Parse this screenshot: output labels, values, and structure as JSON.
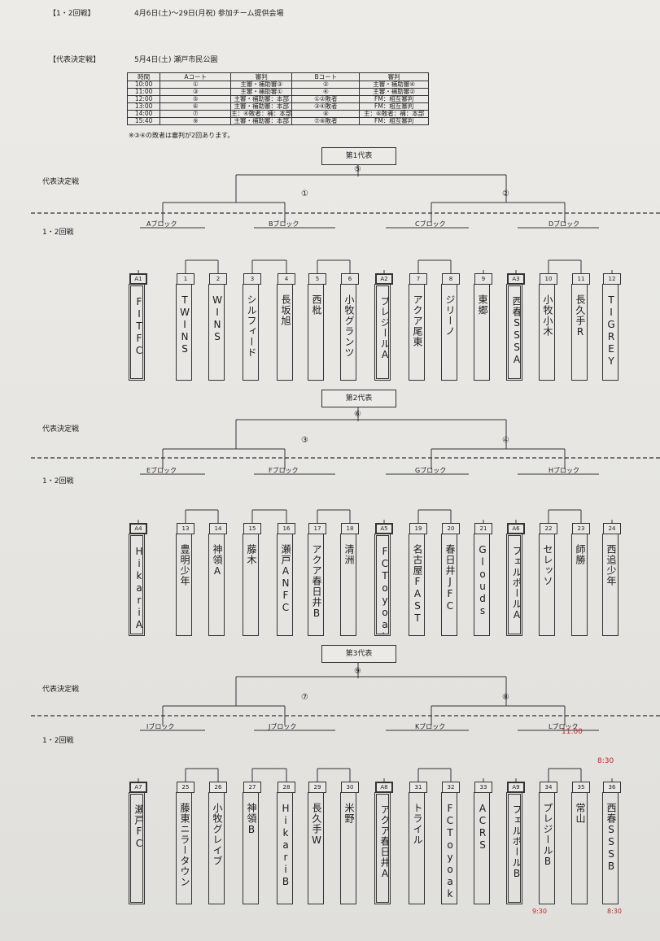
{
  "header": {
    "round_tag": "【1・2回戦】",
    "dates": "4月6日(土)～29日(月祝) 参加チーム提供会場"
  },
  "rep_section": {
    "tag": "【代表決定戦】",
    "venue": "5月4日(土) 瀬戸市民公園"
  },
  "schedule": {
    "headers": [
      "時間",
      "Aコート",
      "審判",
      "Bコート",
      "審判"
    ],
    "rows": [
      [
        "10:00",
        "①",
        "主審・補助審③",
        "②",
        "主審・補助審④"
      ],
      [
        "11:00",
        "③",
        "主審・補助審①",
        "④",
        "主審・補助審②"
      ],
      [
        "12:00",
        "⑤",
        "主審・補助審：本部",
        "①②敗者",
        "FM：相互審判"
      ],
      [
        "13:00",
        "⑥",
        "主審・補助審：本部",
        "③④敗者",
        "FM：相互審判"
      ],
      [
        "14:00",
        "⑦",
        "主：④敗者：補：本部",
        "⑧",
        "主：⑥敗者：補：本部"
      ],
      [
        "15:40",
        "⑨",
        "主審・補助審：本部",
        "⑦⑧敗者",
        "FM：相互審判"
      ]
    ],
    "note": "※③④の敗者は審判が2回あります。"
  },
  "labels": {
    "decision_round": "代表決定戦",
    "rounds_12": "1・2回戦"
  },
  "sections": [
    {
      "rep": "第1代表",
      "final": "⑤",
      "semis": [
        "①",
        "②"
      ],
      "blocks": [
        "Aブロック",
        "Bブロック",
        "Cブロック",
        "Dブロック"
      ],
      "teams": [
        {
          "label": "A1",
          "name": "FITFC",
          "seed": true
        },
        {
          "label": "1",
          "name": "TWINS",
          "seed": false
        },
        {
          "label": "2",
          "name": "WINS",
          "seed": false
        },
        {
          "label": "3",
          "name": "シルフィード",
          "seed": false
        },
        {
          "label": "4",
          "name": "長坂旭",
          "seed": false
        },
        {
          "label": "5",
          "name": "西枇",
          "seed": false
        },
        {
          "label": "6",
          "name": "小牧グランツ",
          "seed": false
        },
        {
          "label": "A2",
          "name": "プレジールA",
          "seed": true
        },
        {
          "label": "7",
          "name": "アクア尾東",
          "seed": false
        },
        {
          "label": "8",
          "name": "ジリーノ",
          "seed": false
        },
        {
          "label": "9",
          "name": "東郷",
          "seed": false
        },
        {
          "label": "A3",
          "name": "西春SSSA",
          "seed": true
        },
        {
          "label": "10",
          "name": "小牧小木",
          "seed": false
        },
        {
          "label": "11",
          "name": "長久手R",
          "seed": false
        },
        {
          "label": "12",
          "name": "TIGREY",
          "seed": false
        }
      ]
    },
    {
      "rep": "第2代表",
      "final": "⑥",
      "semis": [
        "③",
        "④"
      ],
      "blocks": [
        "Eブロック",
        "Fブロック",
        "Gブロック",
        "Hブロック"
      ],
      "teams": [
        {
          "label": "A4",
          "name": "HikariA",
          "seed": true
        },
        {
          "label": "13",
          "name": "豊明少年",
          "seed": false
        },
        {
          "label": "14",
          "name": "神領A",
          "seed": false
        },
        {
          "label": "15",
          "name": "藤木",
          "seed": false
        },
        {
          "label": "16",
          "name": "瀬戸ANFC",
          "seed": false
        },
        {
          "label": "17",
          "name": "アクア春日井B",
          "seed": false
        },
        {
          "label": "18",
          "name": "清洲",
          "seed": false
        },
        {
          "label": "A5",
          "name": "FCToyoakeA",
          "seed": true
        },
        {
          "label": "19",
          "name": "名古屋FAST",
          "seed": false
        },
        {
          "label": "20",
          "name": "春日井JFC",
          "seed": false
        },
        {
          "label": "21",
          "name": "Glouds",
          "seed": false
        },
        {
          "label": "A6",
          "name": "フェルボールA",
          "seed": true
        },
        {
          "label": "22",
          "name": "セレッソ",
          "seed": false
        },
        {
          "label": "23",
          "name": "師勝",
          "seed": false
        },
        {
          "label": "24",
          "name": "西追少年",
          "seed": false
        }
      ]
    },
    {
      "rep": "第3代表",
      "final": "⑨",
      "semis": [
        "⑦",
        "⑧"
      ],
      "blocks": [
        "Iブロック",
        "Jブロック",
        "Kブロック",
        "Lブロック"
      ],
      "teams": [
        {
          "label": "A7",
          "name": "瀬戸FC",
          "seed": true
        },
        {
          "label": "25",
          "name": "藤東ニラータウン",
          "seed": false
        },
        {
          "label": "26",
          "name": "小牧グレイブ",
          "seed": false
        },
        {
          "label": "27",
          "name": "神領B",
          "seed": false
        },
        {
          "label": "28",
          "name": "HikariB",
          "seed": false
        },
        {
          "label": "29",
          "name": "長久手W",
          "seed": false
        },
        {
          "label": "30",
          "name": "米野",
          "seed": false
        },
        {
          "label": "A8",
          "name": "アクア春日井A",
          "seed": true
        },
        {
          "label": "31",
          "name": "トライル",
          "seed": false
        },
        {
          "label": "32",
          "name": "FCToyoakeB",
          "seed": false
        },
        {
          "label": "33",
          "name": "ACRS",
          "seed": false
        },
        {
          "label": "A9",
          "name": "フェルボールB",
          "seed": true
        },
        {
          "label": "34",
          "name": "プレジールB",
          "seed": false
        },
        {
          "label": "35",
          "name": "常山",
          "seed": false
        },
        {
          "label": "36",
          "name": "西春SSSB",
          "seed": false
        }
      ]
    }
  ],
  "handwritten_times": {
    "l_block": "11:00",
    "match_35": "8:30",
    "bottom_left": "9:30",
    "bottom_right": "8:30"
  }
}
